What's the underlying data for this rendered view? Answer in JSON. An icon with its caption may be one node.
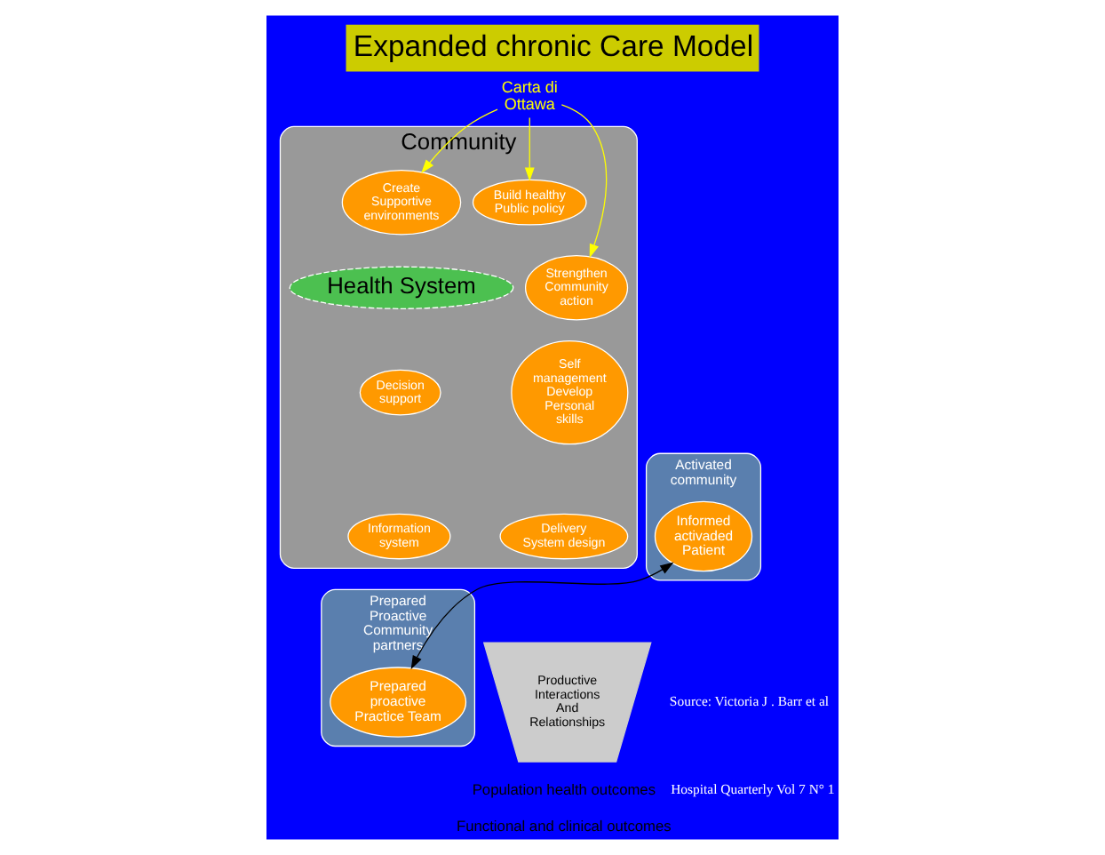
{
  "diagram": {
    "title": "Expanded chronic Care Model",
    "nodes": [
      {
        "text": [
          "Community"
        ]
      },
      {
        "text": [
          "Health System"
        ],
        "in": 0
      },
      {
        "text": [
          "Carta di Ottawa"
        ]
      },
      {
        "text": [
          "Build healthy Public policy"
        ],
        "in": 0
      },
      {
        "text": [
          "Create Supportive environments"
        ],
        "in": 0
      },
      {
        "text": [
          "Strengthen Community action"
        ],
        "in": 0
      },
      {
        "text": [
          "Self management Develop Personal skills"
        ],
        "in": 0
      },
      {
        "text": [
          "Delivery System design"
        ],
        "in": 0
      },
      {
        "text": [
          "Decision support"
        ],
        "in": 0
      },
      {
        "text": [
          "Information system"
        ],
        "in": 0
      },
      {
        "text": [
          "Activated community"
        ]
      },
      {
        "text": [
          "Informed activaded Patient"
        ],
        "in": 10
      },
      {
        "text": [
          "Prepared Proactive Community partners"
        ]
      },
      {
        "text": [
          "Prepared proactive Practice Team"
        ],
        "in": 12
      },
      {
        "text": [
          "Productive Interactions And Relationships"
        ]
      }
    ],
    "edges": [
      {
        "from": 2,
        "to": 3,
        "arrow": "to"
      },
      {
        "from": 2,
        "to": 4,
        "arrow": "to"
      },
      {
        "from": 2,
        "to": 5,
        "arrow": "to"
      },
      {
        "from": 11,
        "to": 13,
        "arrow": "both",
        "color": "#000000"
      }
    ],
    "labels": [
      "Population health outcomes",
      "Functional and clinical outcomes",
      "Source: Victoria J . Barr et al",
      "Hospital Quarterly Vol 7 N° 1"
    ]
  }
}
